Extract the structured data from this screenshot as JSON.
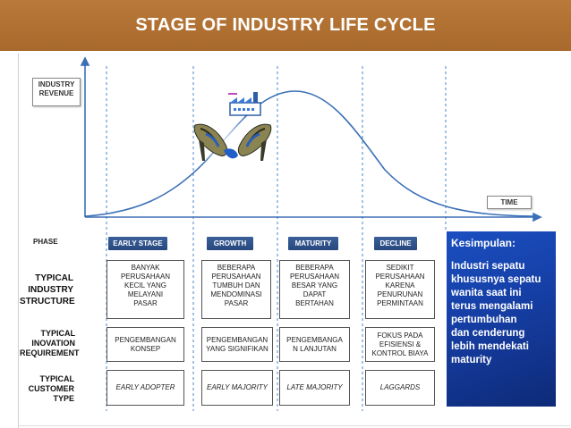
{
  "title": "STAGE OF INDUSTRY LIFE CYCLE",
  "chart": {
    "y_label_line1": "INDUSTRY",
    "y_label_line2": "REVENUE",
    "x_label": "TIME"
  },
  "phase_label": "PHASE",
  "phases": [
    "EARLY STAGE",
    "GROWTH",
    "MATURITY",
    "DECLINE"
  ],
  "rows": {
    "structure": {
      "label": [
        "TYPICAL",
        "INDUSTRY",
        "STRUCTURE"
      ],
      "cells": [
        [
          "BANYAK",
          "PERUSAHAAN",
          "KECIL YANG",
          "MELAYANI",
          "PASAR"
        ],
        [
          "BEBERAPA",
          "PERUSAHAAN",
          "TUMBUH DAN",
          "MENDOMINASI",
          "PASAR"
        ],
        [
          "BEBERAPA",
          "PERUSAHAAN",
          "BESAR YANG",
          "DAPAT",
          "BERTAHAN"
        ],
        [
          "SEDIKIT",
          "PERUSAHAAN",
          "KARENA",
          "PENURUNAN",
          "PERMINTAAN"
        ]
      ]
    },
    "innovation": {
      "label": [
        "TYPICAL",
        "INOVATION",
        "REQUIREMENT"
      ],
      "cells": [
        [
          "PENGEMBANGAN",
          "KONSEP"
        ],
        [
          "PENGEMBANGAN",
          "YANG SIGNIFIKAN"
        ],
        [
          "PENGEMBANGA",
          "N LANJUTAN"
        ],
        [
          "FOKUS PADA",
          "EFISIENSI &",
          "KONTROL BIAYA"
        ]
      ]
    },
    "customer": {
      "label": [
        "TYPICAL",
        "CUSTOMER",
        "TYPE"
      ],
      "cells": [
        "EARLY ADOPTER",
        "EARLY MAJORITY",
        "LATE MAJORITY",
        "LAGGARDS"
      ]
    }
  },
  "conclusion": {
    "heading": "Kesimpulan:",
    "lines": [
      "Industri sepatu",
      "khususnya sepatu",
      "wanita saat ini",
      "terus mengalami",
      "pertumbuhan",
      "dan cenderung",
      "lebih mendekati",
      "maturity"
    ]
  },
  "colors": {
    "title_bar": "#a8692c",
    "curve": "#3b6fb6",
    "phase_pill": "#27487d",
    "conclusion_bg": "#1640a8",
    "divider": "#4a86c8"
  }
}
